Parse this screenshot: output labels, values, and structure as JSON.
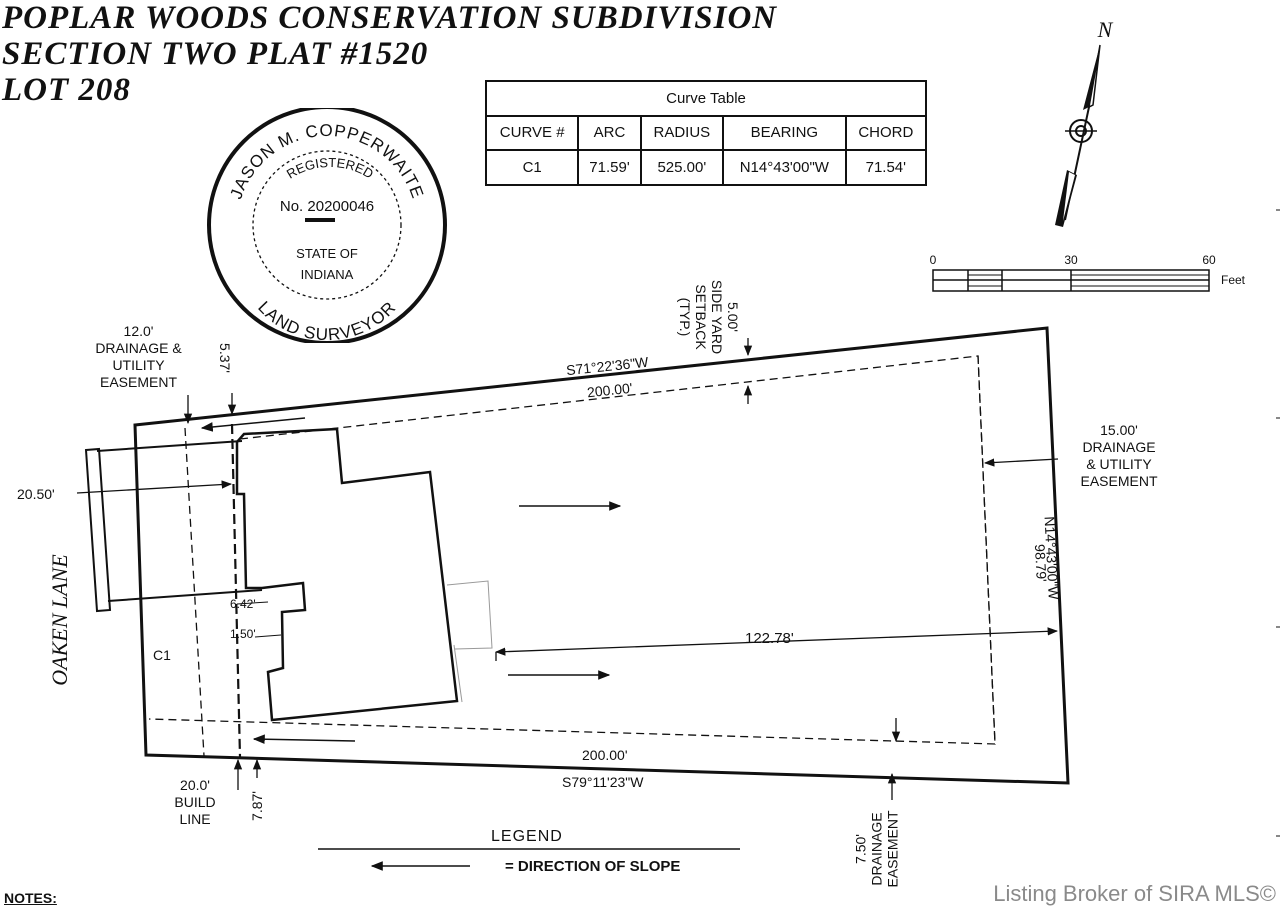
{
  "title": {
    "line1": "POPLAR WOODS CONSERVATION SUBDIVISION",
    "line2": "SECTION TWO PLAT #1520",
    "line3": "LOT 208"
  },
  "seal": {
    "name": "JASON M. COPPERWAITE",
    "registered": "REGISTERED",
    "number": "No. 20200046",
    "state_of": "STATE OF",
    "state": "INDIANA",
    "profession": "LAND SURVEYOR"
  },
  "curve_table": {
    "title": "Curve Table",
    "headers": [
      "CURVE #",
      "ARC",
      "RADIUS",
      "BEARING",
      "CHORD"
    ],
    "rows": [
      [
        "C1",
        "71.59'",
        "525.00'",
        "N14°43'00\"W",
        "71.54'"
      ]
    ]
  },
  "north_arrow": {
    "label": "N"
  },
  "scale_bar": {
    "ticks": [
      "0",
      "30",
      "60"
    ],
    "unit": "Feet"
  },
  "dimensions": {
    "drainage_12": "12.0'",
    "drainage_12_text": [
      "DRAINAGE &",
      "UTILITY",
      "EASEMENT"
    ],
    "dim_537": "5.37'",
    "side_setback": [
      "5.00'",
      "SIDE YARD",
      "SETBACK",
      "(TYP.)"
    ],
    "top_bearing": "S71°22'36\"W",
    "top_length": "200.00'",
    "dim_2050": "20.50'",
    "drainage_15": "15.00'",
    "drainage_15_text": [
      "DRAINAGE",
      "& UTILITY",
      "EASEMENT"
    ],
    "right_bearing": "N14°43'00\"W",
    "right_length": "98.79'",
    "dim_642": "6.42'",
    "dim_150": "1.50'",
    "depth_12278": "122.78'",
    "curve_label": "C1",
    "bottom_length": "200.00'",
    "bottom_bearing": "S79°11'23\"W",
    "build_line": [
      "20.0'",
      "BUILD",
      "LINE"
    ],
    "dim_787": "7.87'",
    "drainage_750": [
      "7.50'",
      "DRAINAGE",
      "EASEMENT"
    ]
  },
  "street": "OAKEN LANE",
  "legend": {
    "title": "LEGEND",
    "text": "= DIRECTION OF SLOPE"
  },
  "notes": "NOTES:",
  "watermark": "Listing Broker of SIRA MLS©"
}
